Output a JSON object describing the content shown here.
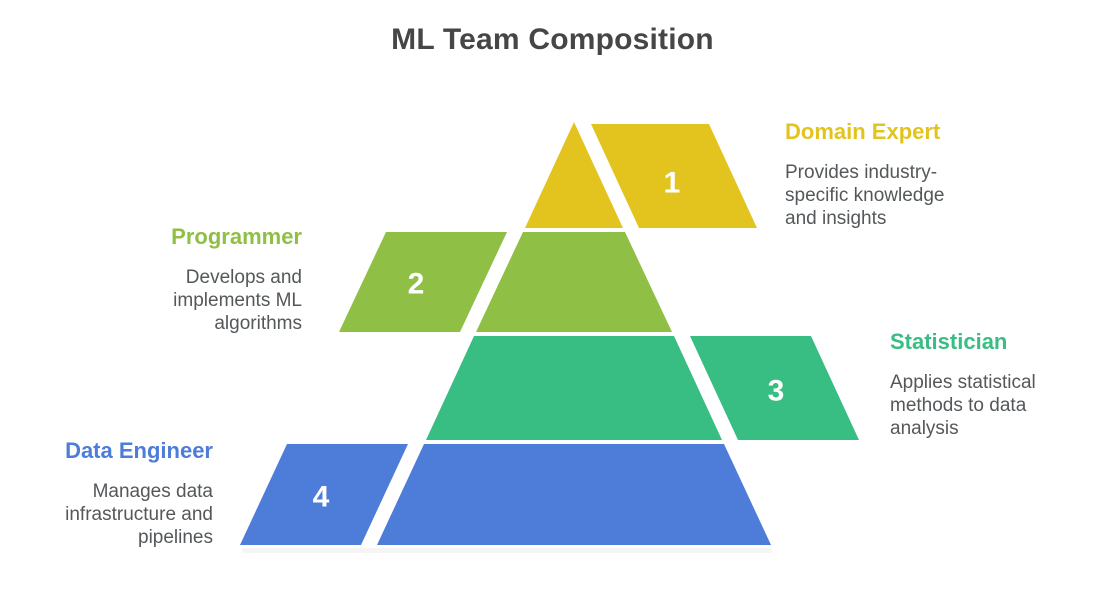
{
  "title": "ML Team Composition",
  "colors": {
    "background": "#ffffff",
    "title_text": "#464646",
    "description_text": "#54585a",
    "number_text": "#ffffff",
    "level_yellow": "#e3c41f",
    "level_lime": "#8fbf45",
    "level_teal": "#38bd83",
    "level_blue": "#4d7cd9"
  },
  "levels": [
    {
      "number": "1",
      "role": "Domain Expert",
      "color": "#e3c41f",
      "tab_side": "right",
      "description": "Provides industry-specific knowledge and insights",
      "desc_lines": [
        "Provides industry-",
        "specific knowledge",
        "and insights"
      ]
    },
    {
      "number": "2",
      "role": "Programmer",
      "color": "#8fbf45",
      "tab_side": "left",
      "description": "Develops and implements ML algorithms",
      "desc_lines": [
        "Develops and",
        "implements ML",
        "algorithms"
      ]
    },
    {
      "number": "3",
      "role": "Statistician",
      "color": "#38bd83",
      "tab_side": "right",
      "description": "Applies statistical methods to data analysis",
      "desc_lines": [
        "Applies statistical",
        "methods to data",
        "analysis"
      ]
    },
    {
      "number": "4",
      "role": "Data Engineer",
      "color": "#4d7cd9",
      "tab_side": "left",
      "description": "Manages data infrastructure and pipelines",
      "desc_lines": [
        "Manages data",
        "infrastructure and",
        "pipelines"
      ]
    }
  ]
}
